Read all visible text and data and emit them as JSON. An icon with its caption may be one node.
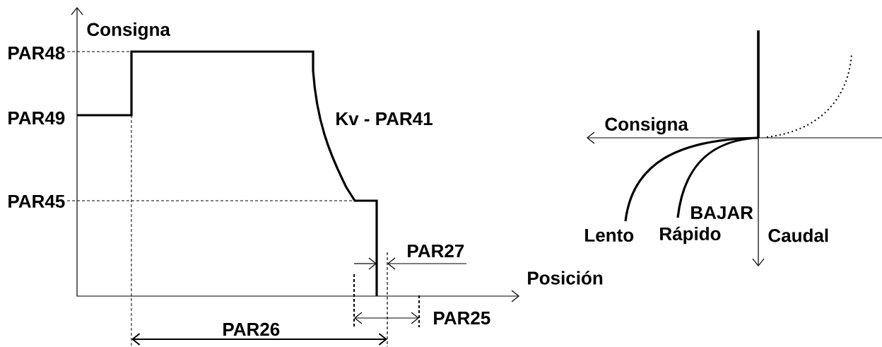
{
  "diagram": {
    "labels": [
      "Consigna",
      "PAR48",
      "PAR49",
      "Kv - PAR41",
      "PAR45",
      "PAR27",
      "Posición",
      "PAR25",
      "PAR26",
      "Consigna",
      "BAJAR",
      "Lento",
      "Rápido",
      "Caudal"
    ]
  }
}
